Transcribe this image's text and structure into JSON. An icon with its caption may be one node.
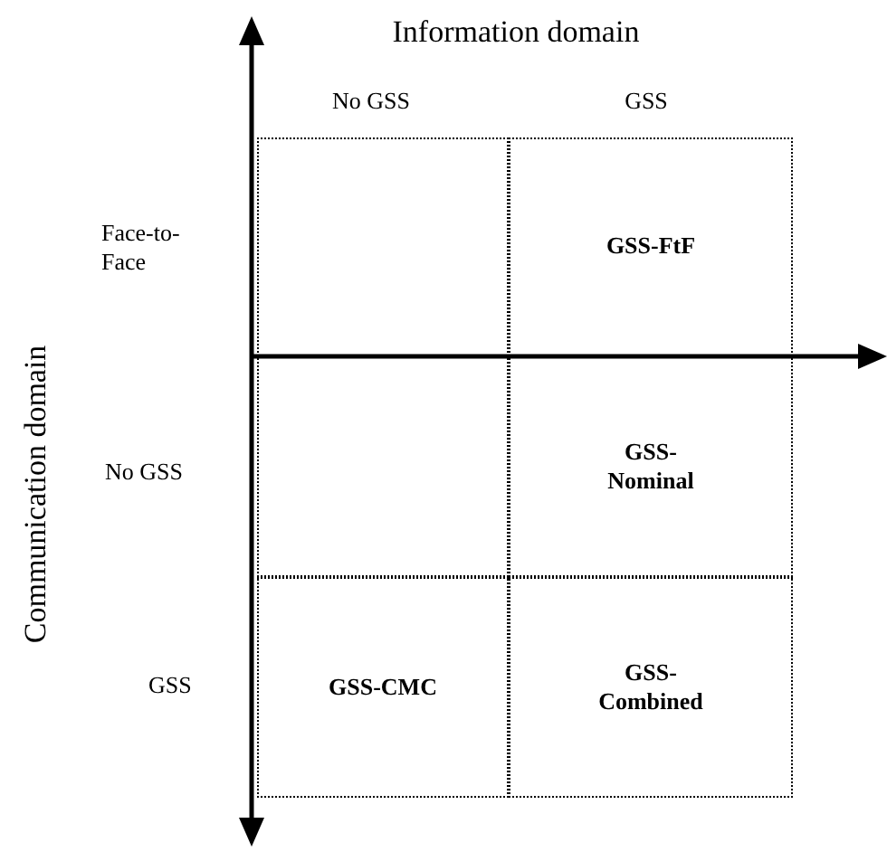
{
  "diagram": {
    "nodes": [
      {
        "text": [],
        "shape": "box"
      },
      {
        "text": [
          "GSS-FtF"
        ]
      },
      {
        "text": [],
        "shape": "box"
      },
      {
        "text": [
          "GSS- Nominal"
        ]
      },
      {
        "text": [
          "GSS-CMC"
        ]
      },
      {
        "text": [
          "GSS- Combined"
        ]
      }
    ],
    "edges": [],
    "labels": [
      "Information domain",
      "No GSS",
      "GSS",
      "Communication domain",
      "Face-to- Face",
      "No GSS",
      "GSS"
    ]
  }
}
